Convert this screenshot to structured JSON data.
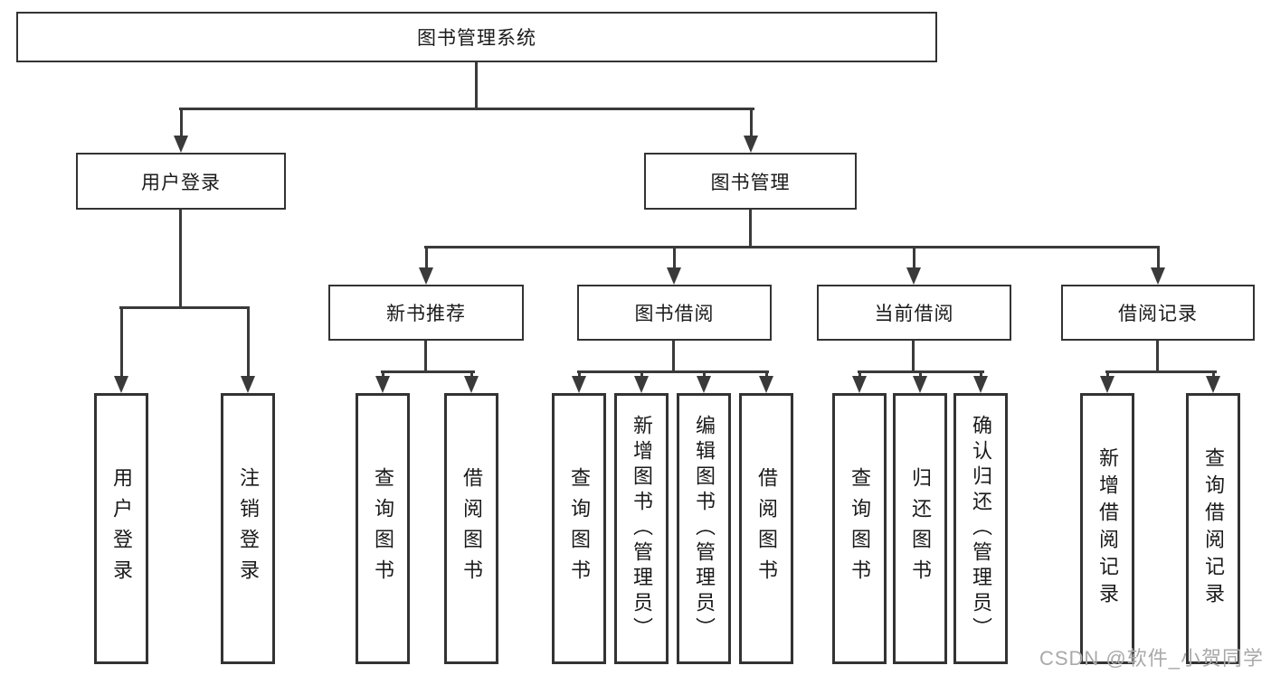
{
  "diagram": {
    "title": "图书管理系统",
    "level2": [
      "用户登录",
      "图书管理"
    ],
    "level3": [
      "新书推荐",
      "图书借阅",
      "当前借阅",
      "借阅记录"
    ],
    "level4": {
      "user_login": [
        "用户登录",
        "注销登录"
      ],
      "new_books": [
        "查询图书",
        "借阅图书"
      ],
      "book_borrowing": [
        "查询图书",
        "新增图书（管理员）",
        "编辑图书（管理员）",
        "借阅图书"
      ],
      "current_borrowing": [
        "查询图书",
        "归还图书",
        "确认归还（管理员）"
      ],
      "borrowing_records": [
        "新增借阅记录",
        "查询借阅记录"
      ]
    }
  },
  "watermark": "CSDN @软件_小贺同学",
  "colors": {
    "line": "#3a3a3a",
    "box_border": "#333333",
    "text": "#1a1a1a",
    "watermark": "#a9a9a9",
    "background": "#ffffff"
  }
}
